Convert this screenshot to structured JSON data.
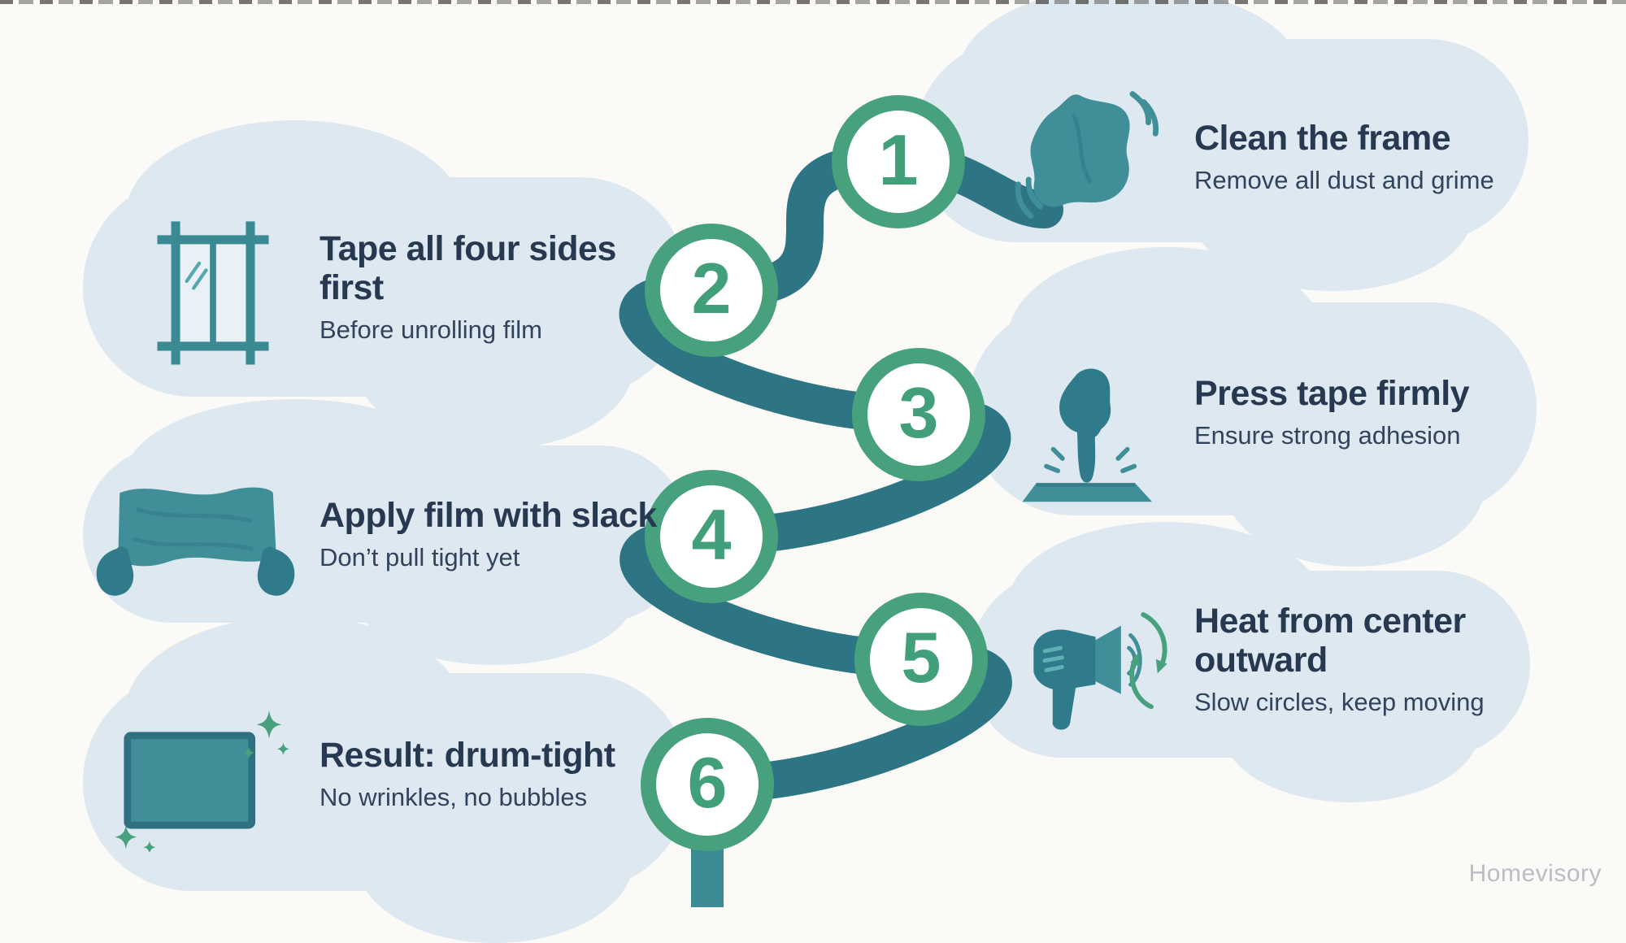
{
  "infographic": {
    "watermark": "Homevisory",
    "steps": [
      {
        "number": "1",
        "title": "Clean the frame",
        "subtitle": "Remove all dust and grime",
        "side": "right",
        "icon": "cloth-icon"
      },
      {
        "number": "2",
        "title": "Tape all four sides first",
        "subtitle": "Before unrolling film",
        "side": "left",
        "icon": "window-frame-icon"
      },
      {
        "number": "3",
        "title": "Press tape firmly",
        "subtitle": "Ensure strong adhesion",
        "side": "right",
        "icon": "press-tape-icon"
      },
      {
        "number": "4",
        "title": "Apply film with slack",
        "subtitle": "Don’t pull tight yet",
        "side": "left",
        "icon": "film-hands-icon"
      },
      {
        "number": "5",
        "title": "Heat from center outward",
        "subtitle": "Slow circles, keep moving",
        "side": "right",
        "icon": "hair-dryer-icon"
      },
      {
        "number": "6",
        "title": "Result: drum-tight",
        "subtitle": "No wrinkles, no bubbles",
        "side": "left",
        "icon": "sparkle-film-icon"
      }
    ],
    "colors": {
      "background": "#fbfaf7",
      "bubble": "#dde8f0",
      "path": "#2d7585",
      "path_tail": "#3a8b94",
      "ring": "#46a17c",
      "number": "#41a07a",
      "icon_teal": "#3f8e98",
      "icon_dark_teal": "#2f7b8c",
      "title_text": "#273950",
      "subtitle_text": "#31445c",
      "watermark_text": "#b9bdc4"
    }
  }
}
